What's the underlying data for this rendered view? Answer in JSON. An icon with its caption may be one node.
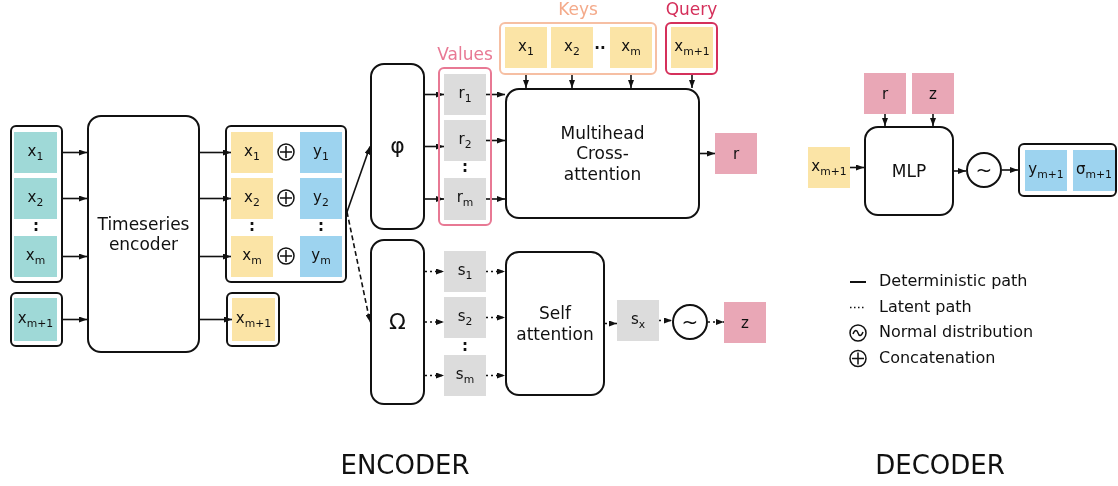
{
  "diagram": {
    "nodes": [
      {
        "text": [],
        "shape": "box"
      },
      {
        "text": [
          "x$_{1}$"
        ],
        "in": 0
      },
      {
        "text": [
          "x$_{2}$"
        ],
        "in": 0
      },
      {
        "text": [
          "x$_{m}$"
        ],
        "in": 0
      },
      {
        "text": [],
        "shape": "box"
      },
      {
        "text": [
          "x$_{m+1}$"
        ],
        "in": 4
      },
      {
        "text": [
          "Timeseries encoder"
        ]
      },
      {
        "text": [],
        "shape": "box"
      },
      {
        "text": [
          "x$_{1}$"
        ],
        "in": 7
      },
      {
        "text": [
          "y$_{1}$"
        ],
        "in": 7
      },
      {
        "text": [
          "x$_{2}$"
        ],
        "in": 7
      },
      {
        "text": [
          "y$_{2}$"
        ],
        "in": 7
      },
      {
        "text": [
          "x$_{m}$"
        ],
        "in": 7
      },
      {
        "text": [
          "y$_{m}$"
        ],
        "in": 7
      },
      {
        "text": [],
        "shape": "box"
      },
      {
        "text": [
          "x$_{m+1}$"
        ],
        "in": 14
      },
      {
        "text": [
          "φ"
        ]
      },
      {
        "text": [
          "Ω"
        ]
      },
      {
        "text": [
          "Values"
        ]
      },
      {
        "text": [
          "r$_{1}$"
        ],
        "in": 18
      },
      {
        "text": [
          "r$_{2}$"
        ],
        "in": 18
      },
      {
        "text": [
          "r$_{m}$"
        ],
        "in": 18
      },
      {
        "text": [
          "Keys"
        ]
      },
      {
        "text": [
          "x$_{1}$"
        ],
        "in": 22
      },
      {
        "text": [
          "x$_{2}$"
        ],
        "in": 22
      },
      {
        "text": [
          "x$_{m}$"
        ],
        "in": 22
      },
      {
        "text": [
          "Query"
        ]
      },
      {
        "text": [
          "x$_{m+1}$"
        ],
        "in": 26
      },
      {
        "text": [
          "Multihead Cross-attention"
        ]
      },
      {
        "text": [
          "r"
        ]
      },
      {
        "text": [
          "s$_{1}$"
        ]
      },
      {
        "text": [
          "s$_{2}$"
        ]
      },
      {
        "text": [
          "s$_{m}$"
        ]
      },
      {
        "text": [
          "Self attention"
        ]
      },
      {
        "text": [
          "s$_{x}$"
        ]
      },
      {
        "text": [
          "~"
        ]
      },
      {
        "text": [
          "z"
        ]
      },
      {
        "text": [
          "r"
        ]
      },
      {
        "text": [
          "z"
        ]
      },
      {
        "text": [
          "x$_{m+1}$"
        ]
      },
      {
        "text": [
          "MLP"
        ]
      },
      {
        "text": [
          "~"
        ]
      },
      {
        "text": [],
        "shape": "box"
      },
      {
        "text": [
          "y$_{m+1}$"
        ],
        "in": 42
      },
      {
        "text": [
          "σ$_{m+1}$"
        ],
        "in": 42
      }
    ],
    "edges": [
      {
        "from": 1,
        "to": 6,
        "arrow": "to"
      },
      {
        "from": 2,
        "to": 6,
        "arrow": "to"
      },
      {
        "from": 3,
        "to": 6,
        "arrow": "to"
      },
      {
        "from": 5,
        "to": 6,
        "arrow": "to"
      },
      {
        "from": 6,
        "to": 8,
        "arrow": "to"
      },
      {
        "from": 6,
        "to": 10,
        "arrow": "to"
      },
      {
        "from": 6,
        "to": 12,
        "arrow": "to"
      },
      {
        "from": 6,
        "to": 15,
        "arrow": "to"
      },
      {
        "from": 7,
        "to": 16,
        "arrow": "to"
      },
      {
        "from": 7,
        "to": 17,
        "arrow": "to",
        "style": "dashed"
      },
      {
        "from": 16,
        "to": 19,
        "arrow": "to"
      },
      {
        "from": 16,
        "to": 20,
        "arrow": "to"
      },
      {
        "from": 16,
        "to": 21,
        "arrow": "to"
      },
      {
        "from": 19,
        "to": 28,
        "arrow": "to"
      },
      {
        "from": 20,
        "to": 28,
        "arrow": "to"
      },
      {
        "from": 21,
        "to": 28,
        "arrow": "to"
      },
      {
        "from": 23,
        "to": 28,
        "arrow": "to"
      },
      {
        "from": 24,
        "to": 28,
        "arrow": "to"
      },
      {
        "from": 25,
        "to": 28,
        "arrow": "to"
      },
      {
        "from": 27,
        "to": 28,
        "arrow": "to"
      },
      {
        "from": 28,
        "to": 29,
        "arrow": "to"
      },
      {
        "from": 17,
        "to": 30,
        "arrow": "to",
        "style": "dashed"
      },
      {
        "from": 17,
        "to": 31,
        "arrow": "to",
        "style": "dashed"
      },
      {
        "from": 17,
        "to": 32,
        "arrow": "to",
        "style": "dashed"
      },
      {
        "from": 30,
        "to": 33,
        "arrow": "to",
        "style": "dashed"
      },
      {
        "from": 31,
        "to": 33,
        "arrow": "to",
        "style": "dashed"
      },
      {
        "from": 32,
        "to": 33,
        "arrow": "to",
        "style": "dashed"
      },
      {
        "from": 33,
        "to": 34,
        "arrow": "to",
        "style": "dashed"
      },
      {
        "from": 34,
        "to": 35,
        "arrow": "to",
        "style": "dashed"
      },
      {
        "from": 35,
        "to": 36,
        "arrow": "to",
        "style": "dashed"
      },
      {
        "from": 37,
        "to": 40,
        "arrow": "to"
      },
      {
        "from": 38,
        "to": 40,
        "arrow": "to"
      },
      {
        "from": 39,
        "to": 40,
        "arrow": "to"
      },
      {
        "from": 40,
        "to": 41,
        "arrow": "to"
      },
      {
        "from": 41,
        "to": 42,
        "arrow": "to"
      }
    ],
    "labels": [
      ":",
      ":",
      ":",
      "··",
      ":",
      ":",
      "ENCODER",
      "DECODER"
    ],
    "legend": [
      {
        "text": "Deterministic path"
      },
      {
        "text": "Latent path"
      },
      {
        "text": "Normal distribution"
      },
      {
        "text": "Concatenation"
      }
    ]
  }
}
